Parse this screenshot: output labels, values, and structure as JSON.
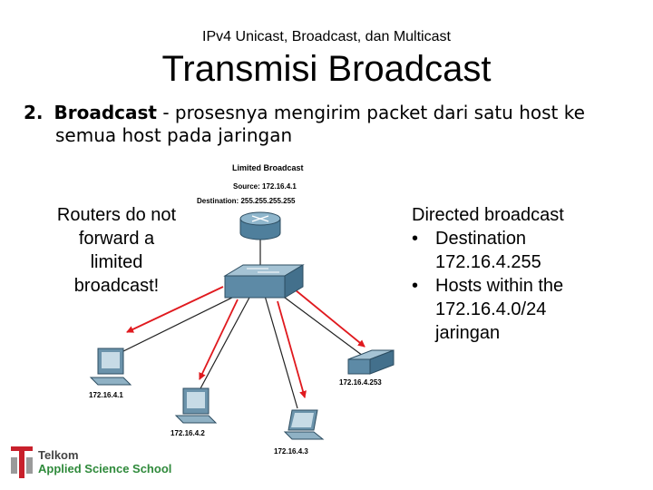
{
  "header": {
    "subtitle": "IPv4 Unicast, Broadcast, dan Multicast"
  },
  "title": "Transmisi Broadcast",
  "point": {
    "number": "2.",
    "keyword": "Broadcast",
    "line1_rest": " - prosesnya mengirim packet dari satu host ke",
    "line2": "semua host pada jaringan"
  },
  "left_note": [
    "Routers do not",
    "forward a",
    "limited",
    "broadcast!"
  ],
  "right_note": {
    "title": "Directed broadcast",
    "bullets": [
      {
        "lines": [
          "Destination",
          "172.16.4.255"
        ]
      },
      {
        "lines": [
          "Hosts within the",
          "172.16.4.0/24",
          "jaringan"
        ]
      }
    ]
  },
  "diagram": {
    "box_title": "Limited Broadcast",
    "source": "Source: 172.16.4.1",
    "destination": "Destination: 255.255.255.255",
    "hosts": [
      "172.16.4.1",
      "172.16.4.2",
      "172.16.4.3",
      "172.16.4.253"
    ]
  },
  "logo": {
    "word1": "Telkom",
    "word2": "Applied Science School"
  },
  "colors": {
    "arrow": "#e0191e",
    "device": "#5d8aa6",
    "logo_red": "#c8202b",
    "logo_green": "#2f8a3b"
  }
}
